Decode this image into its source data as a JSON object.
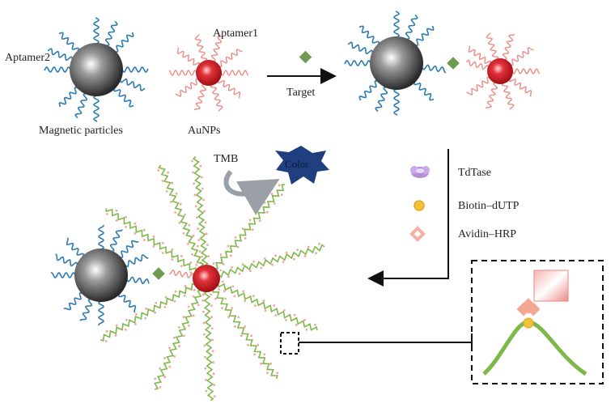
{
  "labels": {
    "aptamer2": "Aptamer2",
    "aptamer1": "Aptamer1",
    "magnetic_particles": "Magnetic particles",
    "aunps": "AuNPs",
    "target": "Target",
    "tmb": "TMB",
    "color": "Color"
  },
  "legend": {
    "items": [
      {
        "label": "TdTase",
        "icon": "tdtase-cloud-icon",
        "color": "#b38fd6"
      },
      {
        "label": "Biotin–dUTP",
        "icon": "biotin-dot-icon",
        "color": "#f2c23a"
      },
      {
        "label": "Avidin–HRP",
        "icon": "avidin-diamond-icon",
        "color": "#f08a86"
      }
    ]
  },
  "colors": {
    "magnetic_particle": "#4a4a4a",
    "aunp": "#d01c24",
    "aptamer2_strand": "#2e7bb4",
    "aptamer1_strand": "#ea8c85",
    "target": "#6f9a4f",
    "elongated_strand": "#7fb84a",
    "color_burst": "#1f3f7f"
  }
}
